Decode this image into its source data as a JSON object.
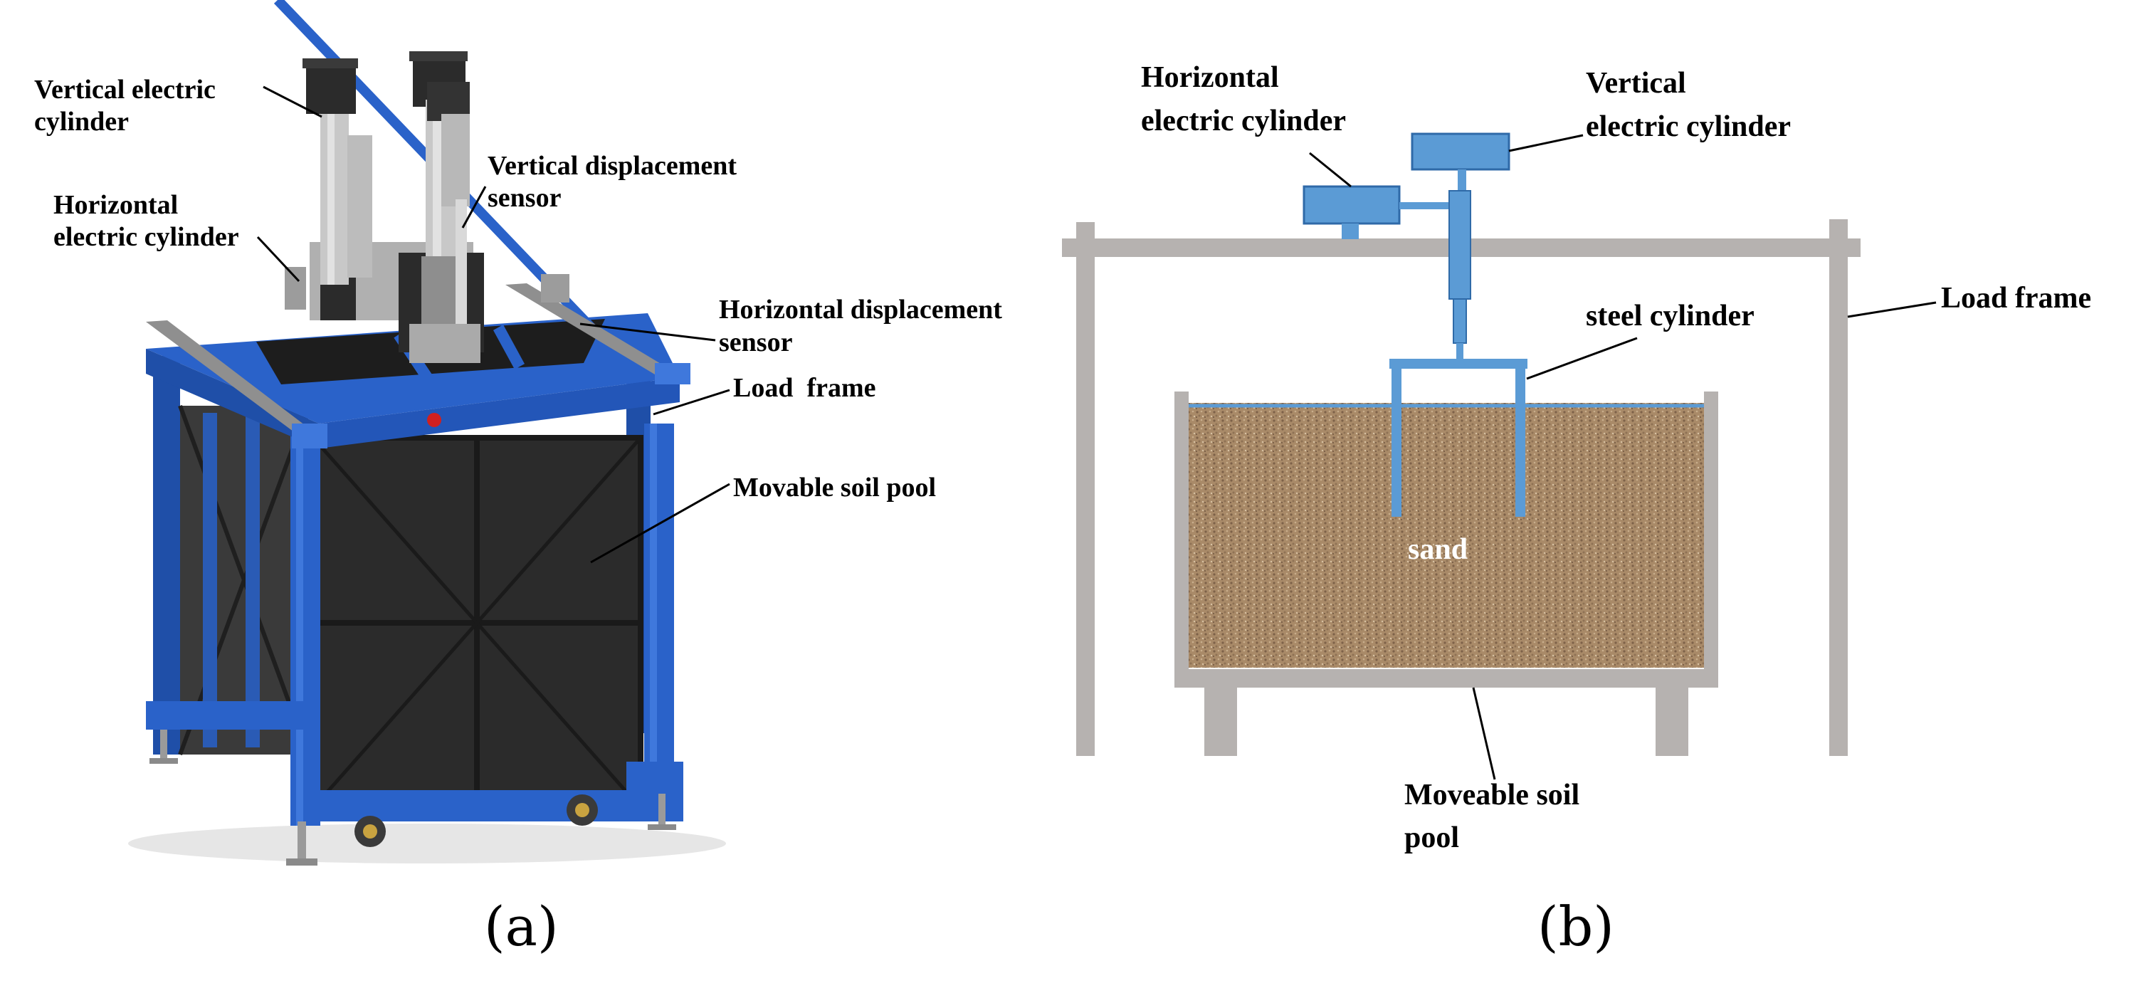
{
  "panel_a": {
    "caption": "(a)",
    "labels": {
      "vertical_cylinder_1": "Vertical electric",
      "vertical_cylinder_2": "cylinder",
      "horizontal_cylinder_1": "Horizontal",
      "horizontal_cylinder_2": "electric cylinder",
      "vertical_sensor_1": "Vertical displacement",
      "vertical_sensor_2": "sensor",
      "horizontal_sensor_1": "Horizontal displacement",
      "horizontal_sensor_2": "sensor",
      "load_frame": "Load  frame",
      "soil_pool": "Movable soil pool"
    }
  },
  "panel_b": {
    "caption": "(b)",
    "labels": {
      "horizontal_cylinder_1": "Horizontal",
      "horizontal_cylinder_2": "electric cylinder",
      "vertical_cylinder_1": "Vertical",
      "vertical_cylinder_2": "electric cylinder",
      "load_frame": "Load frame",
      "steel_cylinder": "steel cylinder",
      "sand": "sand",
      "soil_pool_1": "Moveable soil",
      "soil_pool_2": "pool"
    }
  },
  "colors": {
    "frame_blue": "#2a62c9",
    "box_dark": "#2b2b2b",
    "frame_gray": "#b6b2b0",
    "cylinder_blue": "#5b9bd5",
    "sand": "#a98a68"
  }
}
